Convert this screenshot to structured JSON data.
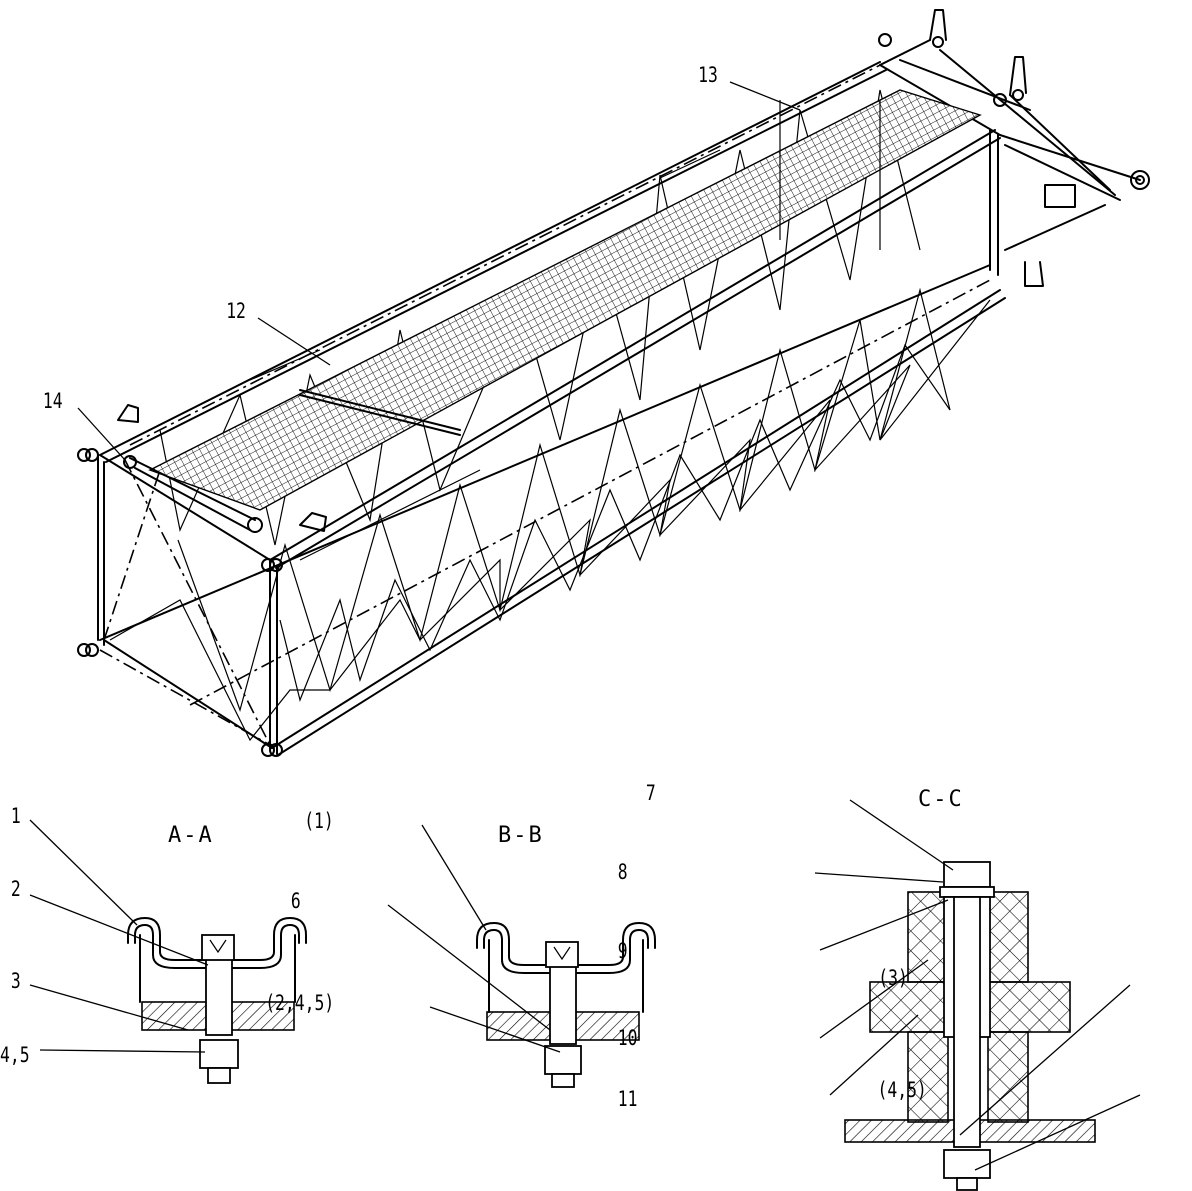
{
  "drawing": {
    "section_titles": {
      "a": "A-A",
      "b": "B-B",
      "c": "C-C"
    },
    "callouts": {
      "c12": "12",
      "c13": "13",
      "c14": "14",
      "c1": "1",
      "c2": "2",
      "c3": "3",
      "c45a": "4,5",
      "c1b": "(1)",
      "c6": "6",
      "c245": "(2,4,5)",
      "c7": "7",
      "c8": "8",
      "c9": "9",
      "c10": "10",
      "c11": "11",
      "c3c": "(3)",
      "c45c": "(4,5)"
    }
  }
}
